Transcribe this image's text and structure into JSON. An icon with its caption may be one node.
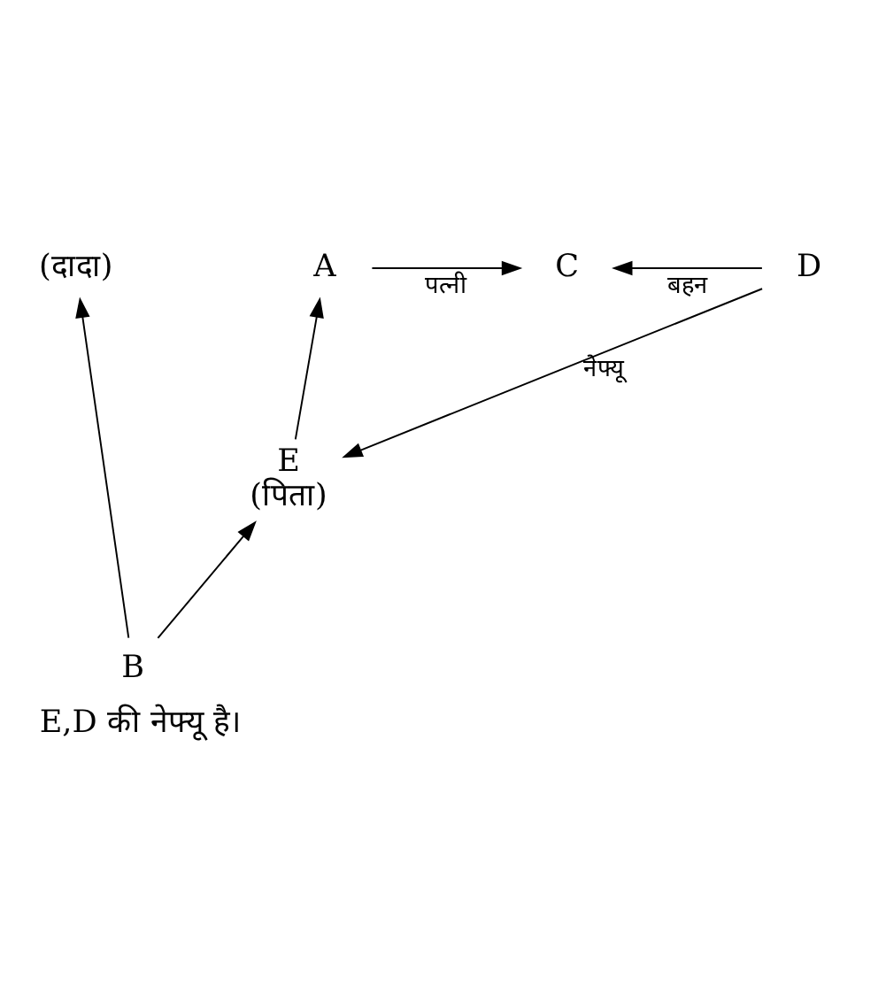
{
  "diagram": {
    "caption": "E,D की नेफ्यू है।",
    "nodes": [
      {
        "text": [
          "(दादा)"
        ]
      },
      {
        "text": [
          "A"
        ]
      },
      {
        "text": [
          "C"
        ]
      },
      {
        "text": [
          "D"
        ]
      },
      {
        "text": [
          "E",
          "(पिता)"
        ]
      },
      {
        "text": [
          "B"
        ]
      }
    ],
    "edges": [
      {
        "from": 1,
        "to": 2,
        "arrow": "to",
        "label": "पत्नी"
      },
      {
        "from": 3,
        "to": 2,
        "arrow": "to",
        "label": "बहन"
      },
      {
        "from": 3,
        "to": 4,
        "arrow": "to",
        "label": "नेफ्यू"
      },
      {
        "from": 4,
        "to": 1,
        "arrow": "to"
      },
      {
        "from": 5,
        "to": 4,
        "arrow": "to"
      },
      {
        "from": 5,
        "to": 0,
        "arrow": "to"
      }
    ]
  }
}
